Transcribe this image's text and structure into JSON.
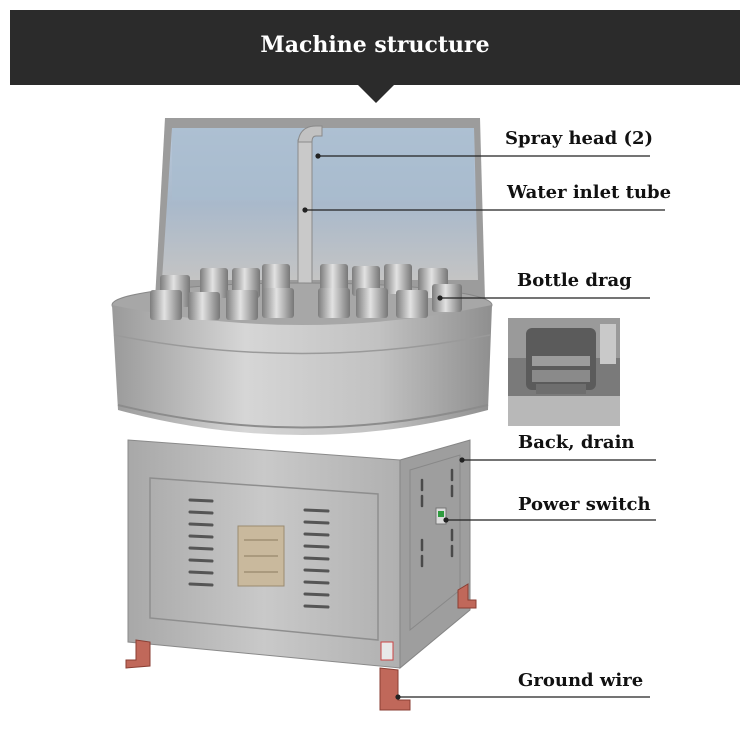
{
  "header": {
    "title": "Machine structure"
  },
  "callouts": {
    "spray_head": "Spray head (2)",
    "water_inlet": "Water inlet tube",
    "bottle_drag": "Bottle drag",
    "back_drain": "Back, drain",
    "power_switch": "Power switch",
    "ground_wire": "Ground wire"
  },
  "colors": {
    "banner": "#2b2b2b",
    "steel": "#b8b8b8",
    "feet": "#c0685a",
    "switch_indicator": "#2e9b3e"
  }
}
